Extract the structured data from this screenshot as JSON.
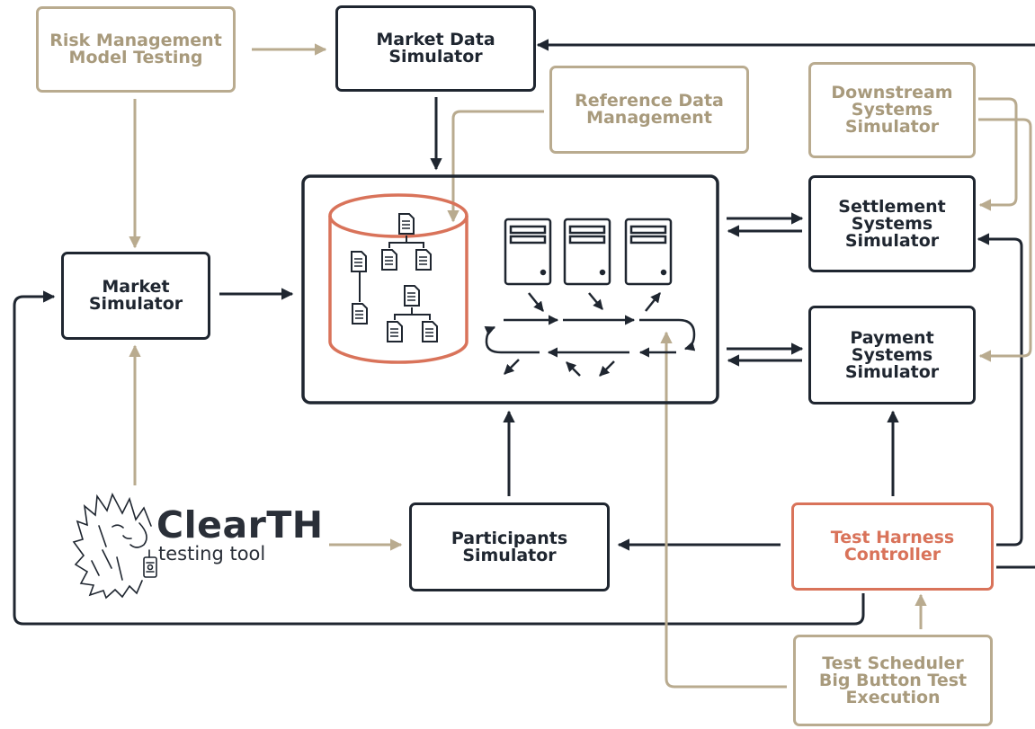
{
  "boxes": {
    "risk_management": [
      "Risk Management",
      "Model Testing"
    ],
    "market_data_simulator": [
      "Market Data",
      "Simulator"
    ],
    "reference_data": [
      "Reference Data",
      "Management"
    ],
    "downstream_systems": [
      "Downstream",
      "Systems",
      "Simulator"
    ],
    "market_simulator": [
      "Market",
      "Simulator"
    ],
    "settlement_systems": [
      "Settlement",
      "Systems",
      "Simulator"
    ],
    "payment_systems": [
      "Payment",
      "Systems",
      "Simulator"
    ],
    "participants_simulator": [
      "Participants",
      "Simulator"
    ],
    "test_harness": [
      "Test Harness",
      "Controller"
    ],
    "test_scheduler": [
      "Test Scheduler",
      "Big Button Test",
      "Execution"
    ]
  },
  "logo": {
    "name": "ClearTH",
    "subtitle": "testing tool"
  },
  "colors": {
    "dark": "#1f2630",
    "tan": "#b9ab8f",
    "orange": "#d9735a"
  }
}
